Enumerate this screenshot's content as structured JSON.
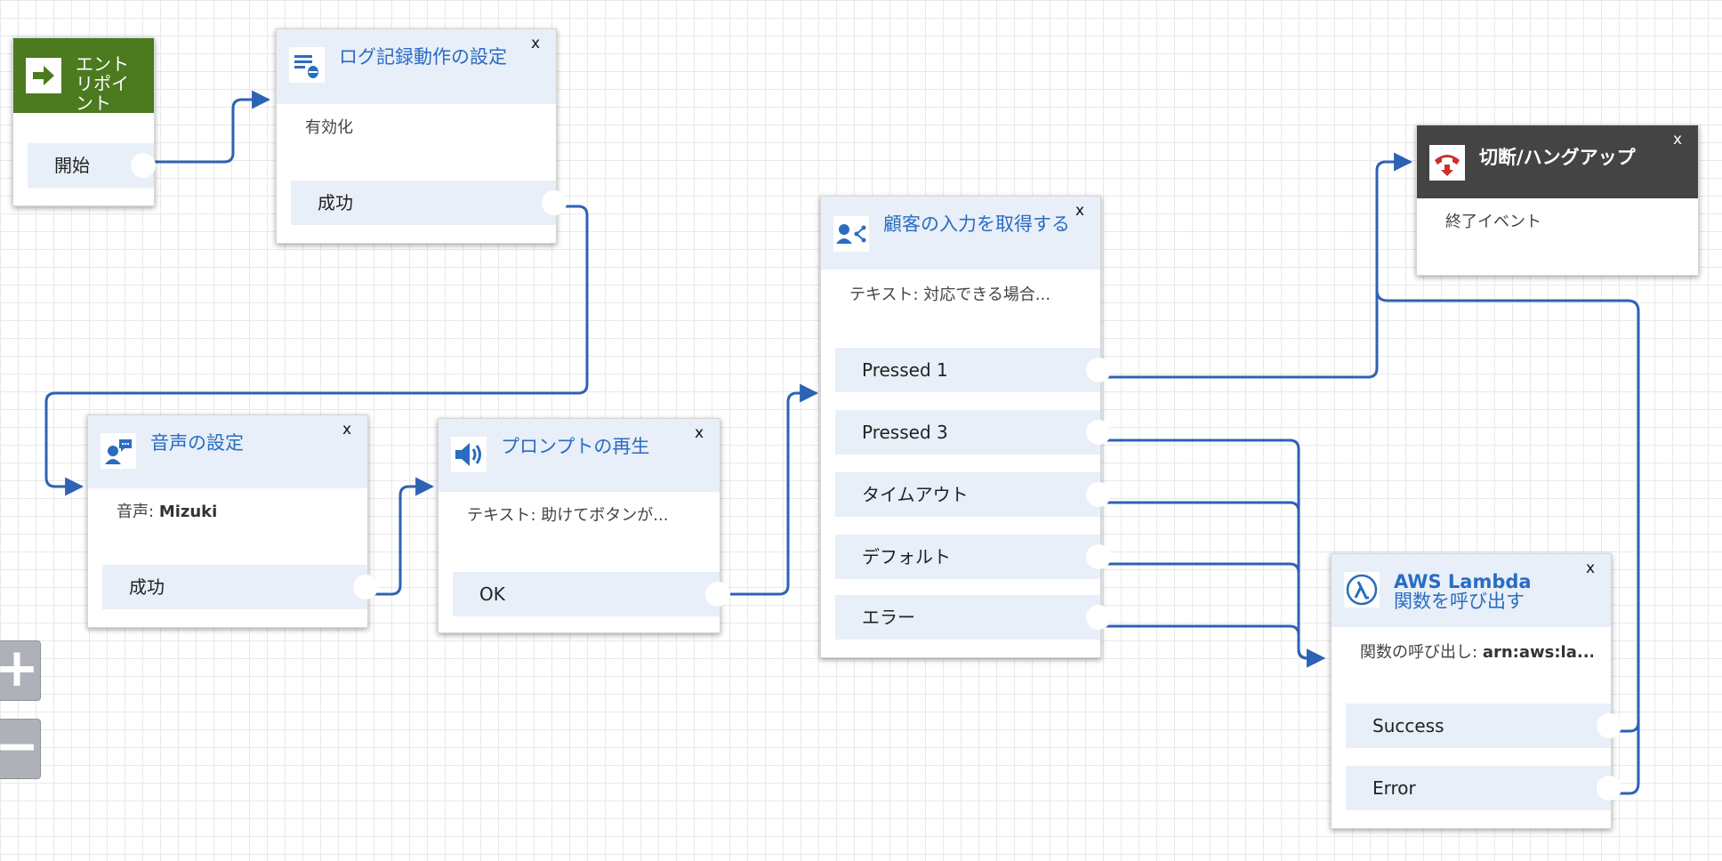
{
  "canvas": {
    "grid": true,
    "connector_color": "#2e62b4",
    "accent": "#2a6cc2"
  },
  "entry": {
    "title": "エントリポイント",
    "port": "開始",
    "header_color": "#4b7a1f",
    "icon": "arrow-right-icon"
  },
  "logging": {
    "title": "ログ記録動作の設定",
    "desc": "有効化",
    "port": "成功",
    "close": "x",
    "icon": "log-settings-icon"
  },
  "voice": {
    "title": "音声の設定",
    "desc_label": "音声:",
    "desc_value": "Mizuki",
    "port": "成功",
    "close": "x",
    "icon": "voice-icon"
  },
  "prompt": {
    "title": "プロンプトの再生",
    "desc_label": "テキスト:",
    "desc_value": "助けてボタンが...",
    "port": "OK",
    "close": "x",
    "icon": "speaker-icon"
  },
  "input": {
    "title": "顧客の入力を取得する",
    "desc_label": "テキスト:",
    "desc_value": "対応できる場合...",
    "close": "x",
    "icon": "customer-input-icon",
    "ports": [
      "Pressed 1",
      "Pressed 3",
      "タイムアウト",
      "デフォルト",
      "エラー"
    ]
  },
  "disconnect": {
    "title": "切断/ハングアップ",
    "desc": "終了イベント",
    "close": "x",
    "header_color": "#444444",
    "icon": "phone-hangup-icon"
  },
  "lambda": {
    "title_line1": "AWS Lambda",
    "title_line2": "関数を呼び出す",
    "desc_label": "関数の呼び出し:",
    "desc_value": "arn:aws:la...",
    "ports": [
      "Success",
      "Error"
    ],
    "close": "x",
    "icon": "lambda-icon"
  },
  "zoom": {
    "in": "+",
    "out": "−"
  }
}
